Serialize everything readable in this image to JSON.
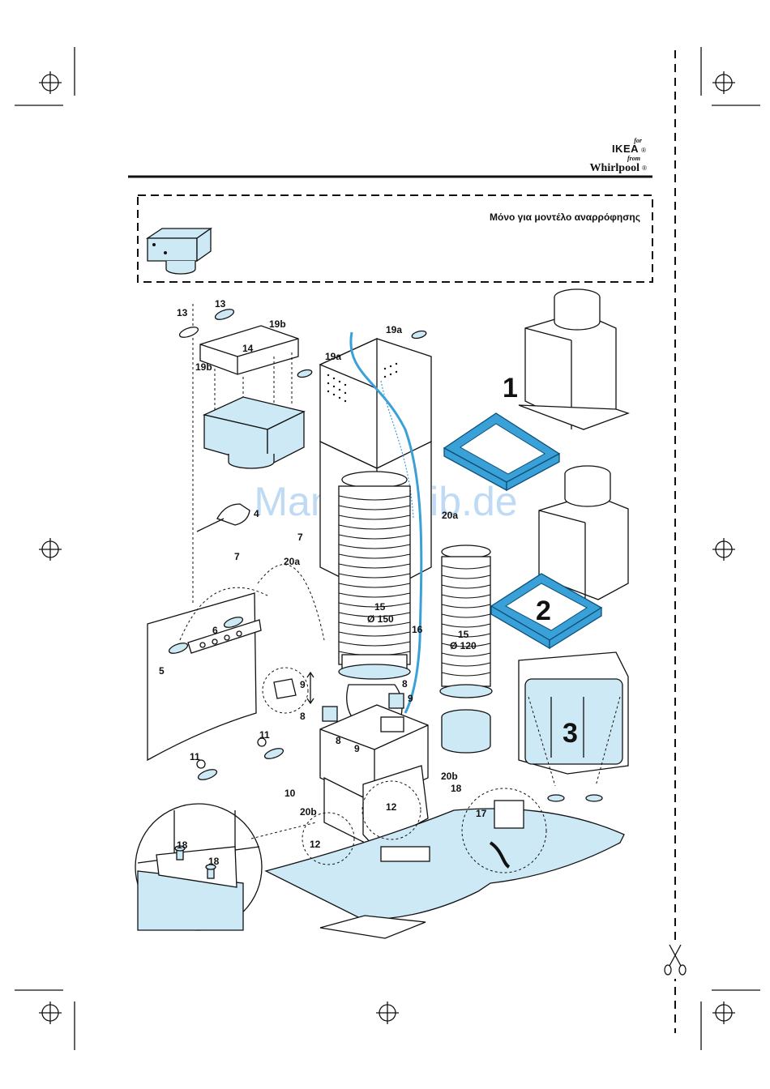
{
  "brand": {
    "for": "for",
    "name": "IKEA",
    "from": "from",
    "maker": "Whirlpool"
  },
  "notice": {
    "text": "Μόνο για μοντέλο αναρρόφησης"
  },
  "watermark": "ManualsLib.de",
  "parts": {
    "p1": "1",
    "p2": "2",
    "p3": "3",
    "p4": "4",
    "p5": "5",
    "p6": "6",
    "p7a": "7",
    "p7b": "7",
    "p8a": "8",
    "p8b": "8",
    "p8c": "8",
    "p9a": "9",
    "p9b": "9",
    "p9c": "9",
    "p10": "10",
    "p11a": "11",
    "p11b": "11",
    "p12a": "12",
    "p12b": "12",
    "p13a": "13",
    "p13b": "13",
    "p14": "14",
    "p15a": "15",
    "p15a_dia": "Ø 150",
    "p15b": "15",
    "p15b_dia": "Ø 120",
    "p16": "16",
    "p17": "17",
    "p18a": "18",
    "p18b": "18",
    "p18c": "18",
    "p19a1": "19a",
    "p19a2": "19a",
    "p19b1": "19b",
    "p19b2": "19b",
    "p20a1": "20a",
    "p20a2": "20a",
    "p20b1": "20b",
    "p20b2": "20b"
  },
  "colors": {
    "accent_blue": "#3aa0d8",
    "light_blue": "#cde9f6",
    "ink": "#111111"
  }
}
